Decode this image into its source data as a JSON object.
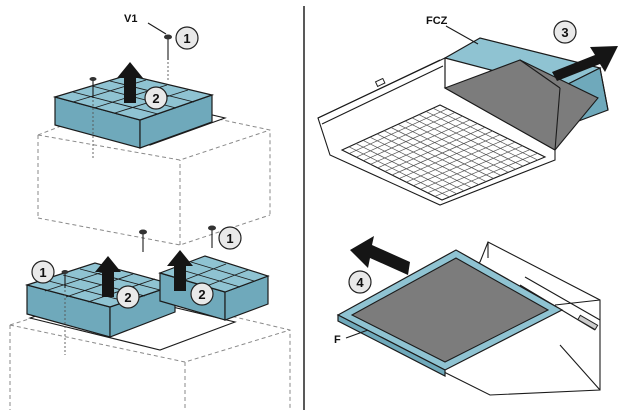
{
  "labels": {
    "v1": "V1",
    "fcz": "FCZ",
    "f": "F"
  },
  "callouts": {
    "n1": "1",
    "n2": "2",
    "n3": "3",
    "n4": "4"
  },
  "colors": {
    "filter_frame": "#8fc3d2",
    "filter_frame_dark": "#6fa9bb",
    "filter_media": "#7c7c7c",
    "arrow": "#151515"
  }
}
